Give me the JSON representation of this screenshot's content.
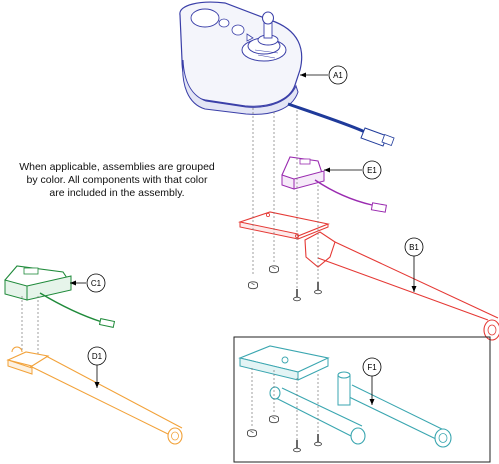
{
  "note": {
    "line1": "When applicable, assemblies are grouped",
    "line2": "by color. All components with that color",
    "line3": "are included in the assembly."
  },
  "callouts": {
    "a1": "A1",
    "b1": "B1",
    "c1": "C1",
    "d1": "D1",
    "e1": "E1",
    "f1": "F1"
  },
  "colors": {
    "joystick_blue": "#3a3fa8",
    "cable_blue": "#1f3a9a",
    "module_purple": "#9a2bb0",
    "arm_red": "#e53935",
    "module_green": "#1f8a3a",
    "bracket_orange": "#f2a23a",
    "mount_teal": "#3aa6b0",
    "hardware_gray": "#555555"
  }
}
